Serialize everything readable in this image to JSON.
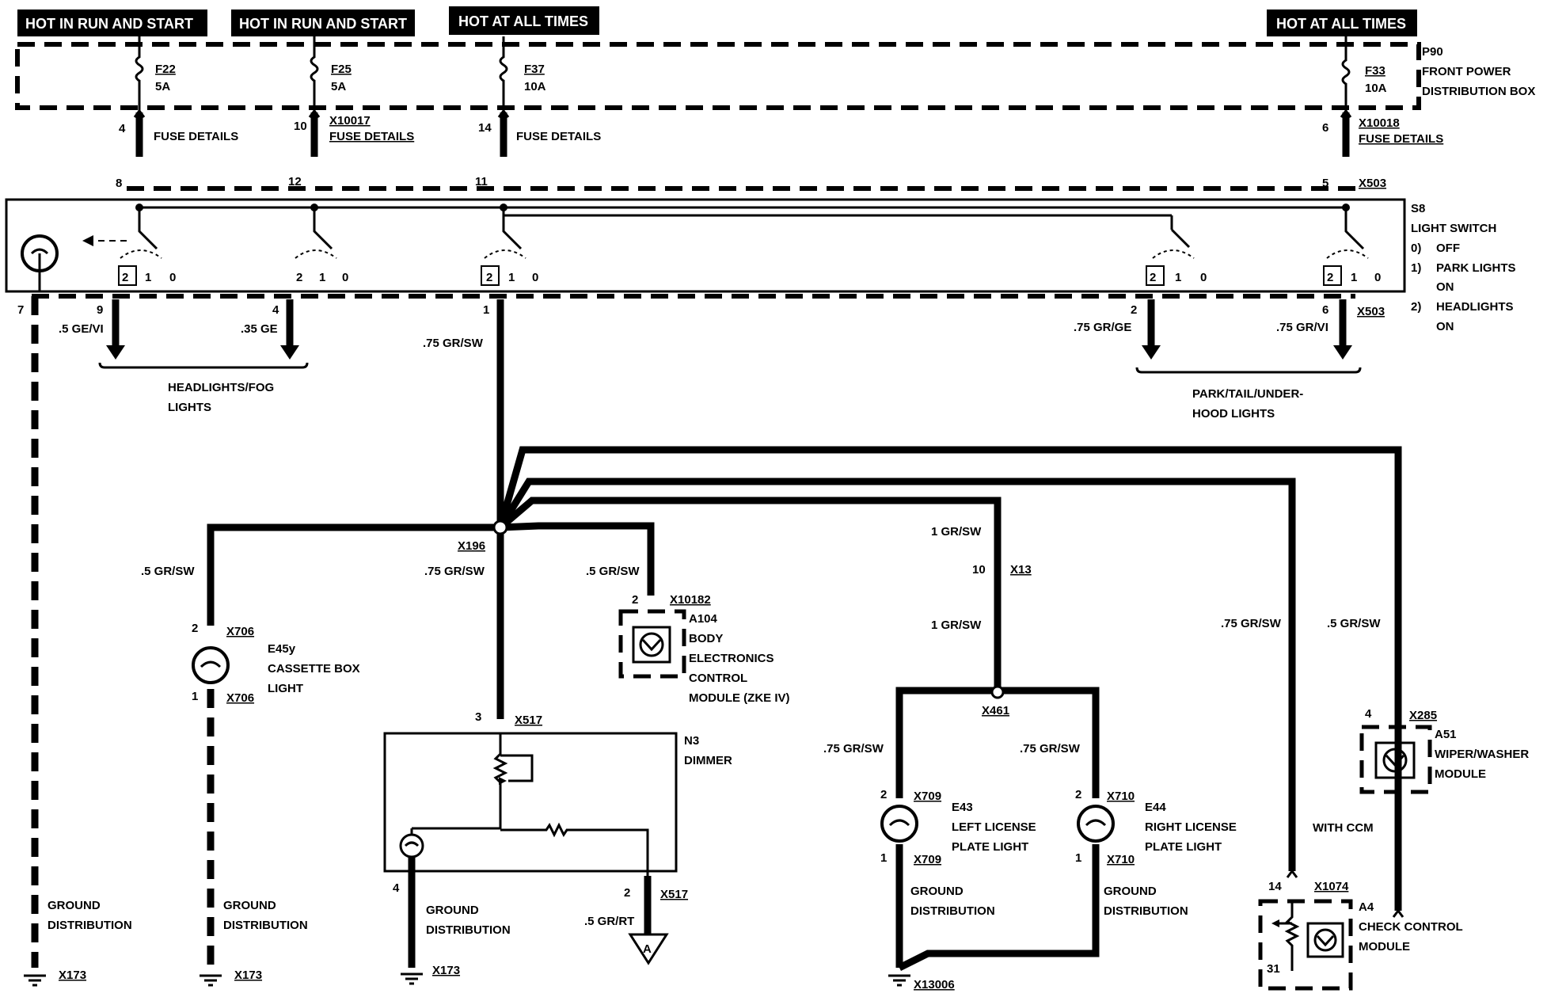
{
  "headers": {
    "h1": "HOT IN RUN AND START",
    "h2": "HOT IN RUN AND START",
    "h3": "HOT AT ALL TIMES",
    "h4": "HOT AT ALL TIMES"
  },
  "fusebox": {
    "id": "P90",
    "line1": "FRONT POWER",
    "line2": "DISTRIBUTION BOX",
    "fuses": [
      {
        "name": "F22",
        "rating": "5A"
      },
      {
        "name": "F25",
        "rating": "5A"
      },
      {
        "name": "F37",
        "rating": "10A"
      },
      {
        "name": "F33",
        "rating": "10A"
      }
    ]
  },
  "fuse_details": {
    "label": "FUSE DETAILS",
    "pin_a": "4",
    "pin_b": "10",
    "conn_b": "X10017",
    "pin_c": "14",
    "pin_d": "6",
    "conn_d": "X10018"
  },
  "light_switch": {
    "id": "S8",
    "name": "LIGHT SWITCH",
    "states": [
      {
        "num": "0)",
        "text": "OFF"
      },
      {
        "num": "1)",
        "text": "PARK LIGHTS"
      },
      {
        "num": "",
        "text": "ON"
      },
      {
        "num": "2)",
        "text": "HEADLIGHTS"
      },
      {
        "num": "",
        "text": "ON"
      }
    ],
    "top_pins": [
      "8",
      "12",
      "11",
      "5"
    ],
    "connector": "X503",
    "bottom_pins": [
      "7",
      "9",
      "4",
      "1",
      "2",
      "6"
    ],
    "pos": [
      "2",
      "1",
      "0"
    ]
  },
  "wires": {
    "w_ge_vi": ".5 GE/VI",
    "w_35ge": ".35 GE",
    "w_75grsw": ".75 GR/SW",
    "w_75grge": ".75 GR/GE",
    "w_75grvi": ".75 GR/VI",
    "w_5grsw": ".5 GR/SW",
    "w_1grsw": "1 GR/SW",
    "w_5grrt": ".5 GR/RT"
  },
  "groups": {
    "headlights_1": "HEADLIGHTS/FOG",
    "headlights_2": "LIGHTS",
    "park_1": "PARK/TAIL/UNDER-",
    "park_2": "HOOD LIGHTS"
  },
  "splices": {
    "x196": "X196",
    "x461": "X461"
  },
  "components": {
    "e45y": {
      "id": "E45y",
      "l1": "CASSETTE BOX",
      "l2": "LIGHT",
      "conn": "X706",
      "pin_top": "2",
      "pin_bot": "1"
    },
    "a104": {
      "id": "A104",
      "l1": "BODY",
      "l2": "ELECTRONICS",
      "l3": "CONTROL",
      "l4": "MODULE (ZKE IV)",
      "conn": "X10182",
      "pin": "2"
    },
    "n3": {
      "id": "N3",
      "l1": "DIMMER",
      "conn": "X517",
      "pin_top": "3",
      "pin_b1": "4",
      "pin_b2": "2"
    },
    "x13": {
      "conn": "X13",
      "pin": "10"
    },
    "e43": {
      "id": "E43",
      "l1": "LEFT LICENSE",
      "l2": "PLATE LIGHT",
      "conn": "X709",
      "pin_top": "2",
      "pin_bot": "1"
    },
    "e44": {
      "id": "E44",
      "l1": "RIGHT LICENSE",
      "l2": "PLATE LIGHT",
      "conn": "X710",
      "pin_top": "2",
      "pin_bot": "1"
    },
    "a51": {
      "id": "A51",
      "l1": "WIPER/WASHER",
      "l2": "MODULE",
      "conn": "X285",
      "pin": "4"
    },
    "a4": {
      "id": "A4",
      "l1": "CHECK CONTROL",
      "l2": "MODULE",
      "conn": "X1074",
      "pin_top": "14",
      "pin_bot": "31",
      "note": "WITH CCM"
    }
  },
  "grounds": {
    "label1": "GROUND",
    "label2": "DISTRIBUTION",
    "x173": "X173",
    "x13006": "X13006",
    "ref_a": "A"
  }
}
